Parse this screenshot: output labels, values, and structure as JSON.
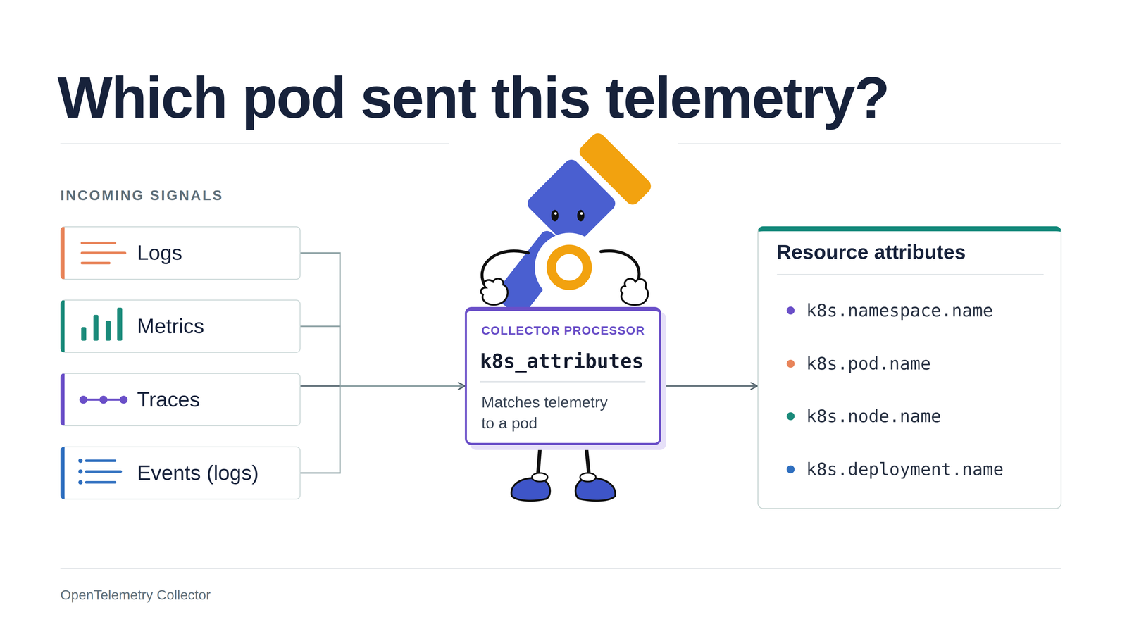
{
  "diagram": {
    "title": "Which pod sent this telemetry?",
    "caption": "OpenTelemetry Collector",
    "nodes": [
      {
        "text": [
          "Logs"
        ]
      },
      {
        "text": [
          "Metrics"
        ]
      },
      {
        "text": [
          "Traces"
        ]
      },
      {
        "text": [
          "Events (logs)"
        ]
      },
      {
        "text": [
          "COLLECTOR PROCESSOR",
          "k8s_attributes",
          "Matches telemetry to a pod"
        ]
      },
      {
        "text": [
          "Resource attributes",
          "k8s.namespace.name",
          "k8s.pod.name",
          "k8s.node.name",
          "k8s.deployment.name"
        ]
      }
    ],
    "edges": [
      {
        "from": 0,
        "to": 4,
        "arrow": "to"
      },
      {
        "from": 1,
        "to": 4,
        "arrow": "to"
      },
      {
        "from": 2,
        "to": 4,
        "arrow": "to"
      },
      {
        "from": 3,
        "to": 4,
        "arrow": "to"
      },
      {
        "from": 4,
        "to": 5,
        "arrow": "to"
      }
    ],
    "labels": [
      "INCOMING SIGNALS"
    ]
  }
}
